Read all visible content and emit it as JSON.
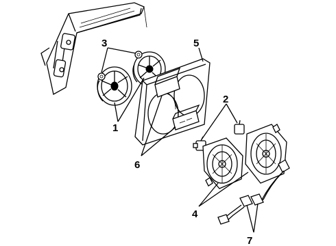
{
  "callouts": [
    {
      "id": "1",
      "label": "1"
    },
    {
      "id": "2",
      "label": "2"
    },
    {
      "id": "3",
      "label": "3"
    },
    {
      "id": "4",
      "label": "4"
    },
    {
      "id": "5",
      "label": "5"
    },
    {
      "id": "6",
      "label": "6"
    },
    {
      "id": "7",
      "label": "7"
    }
  ],
  "parts": [
    {
      "name": "radiator",
      "icon": "radiator-icon"
    },
    {
      "name": "fan-blades",
      "icon": "fan-blade-icon"
    },
    {
      "name": "fan-motors",
      "icon": "motor-icon"
    },
    {
      "name": "shroud",
      "icon": "shroud-icon"
    },
    {
      "name": "relay-modules",
      "icon": "relay-icon"
    },
    {
      "name": "wiring-harness",
      "icon": "harness-icon"
    }
  ]
}
